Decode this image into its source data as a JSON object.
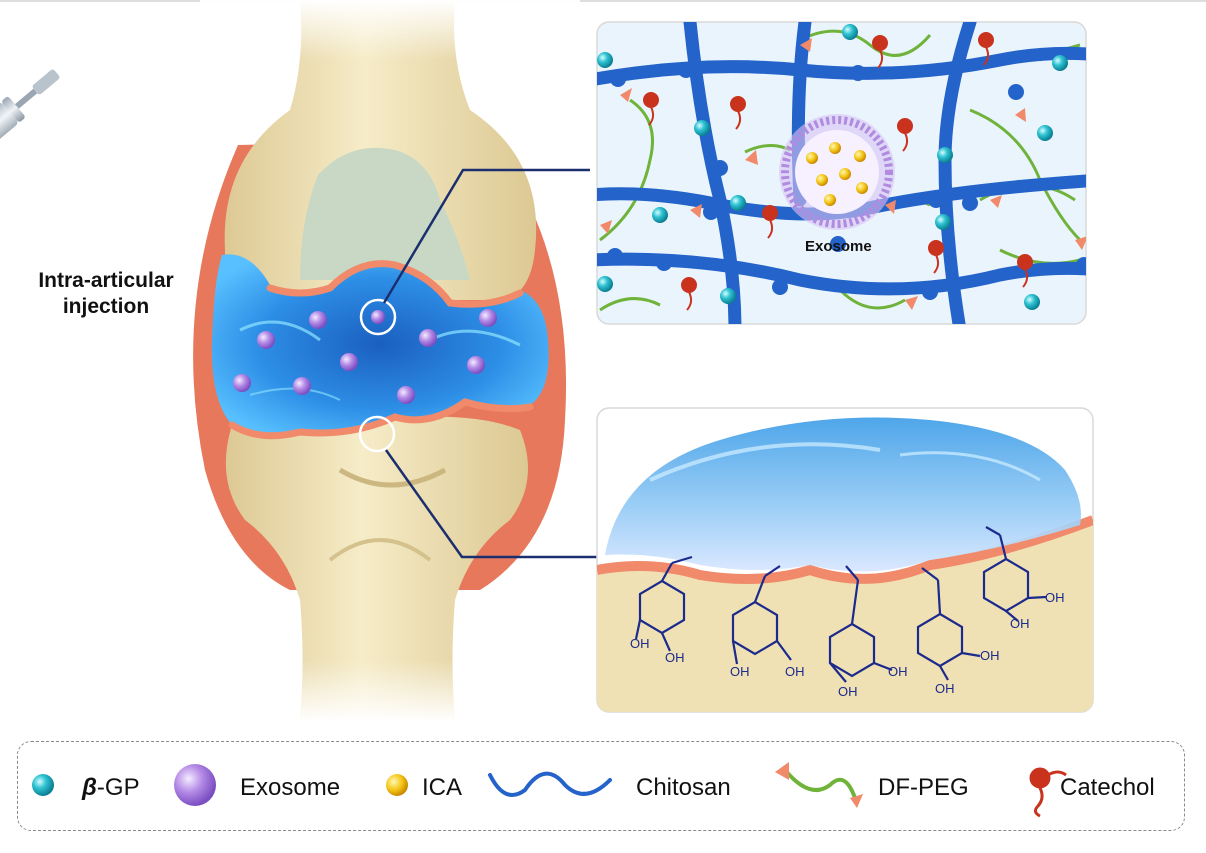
{
  "labels": {
    "injection_line1": "Intra-articular",
    "injection_line2": "injection",
    "exosome_inset": "Exosome",
    "hydroxyl": "OH"
  },
  "legend": {
    "beta_gp_symbol": "β",
    "beta_gp_rest": "-GP",
    "exosome": "Exosome",
    "ica": "ICA",
    "chitosan": "Chitosan",
    "df_peg": "DF-PEG",
    "catechol": "Catechol"
  },
  "colors": {
    "bone": "#efe2b8",
    "cartilage_top": "#cfdcc4",
    "hydrogel": "#2f8fe0",
    "synovium": "#e36a4e",
    "chitosan": "#2463c9",
    "df_peg": "#6fb33a",
    "catechol": "#c9331e",
    "beta_gp": "#1fb7c7",
    "exosome": "#b08be0",
    "ica": "#f2c21b",
    "structure_line": "#1b2a8c"
  }
}
